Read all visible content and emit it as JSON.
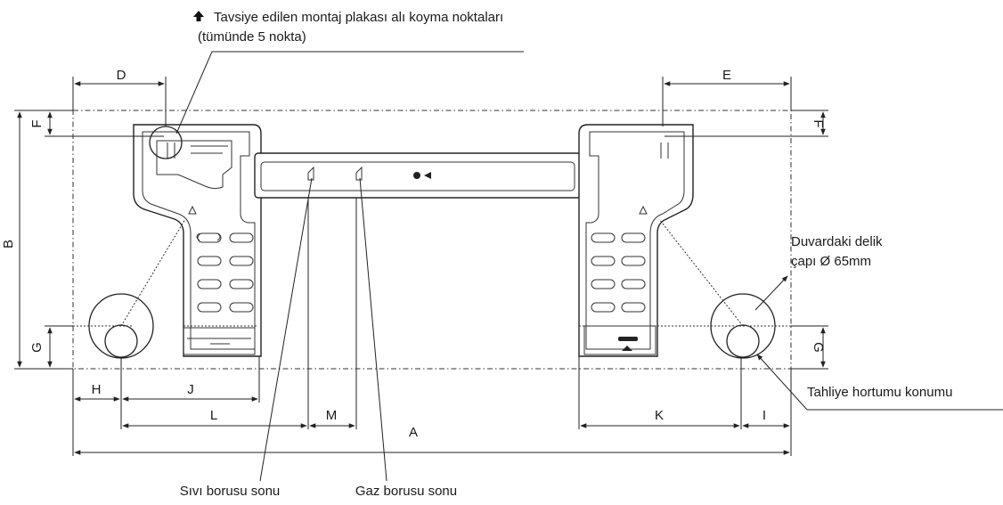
{
  "annotations": {
    "mount_points_line1": "Tavsiye edilen montaj plakası alı koyma noktaları",
    "mount_points_line2": "(tümünde 5 nokta)",
    "wall_hole_line1": "Duvardaki delik",
    "wall_hole_line2": "çapı Ø 65mm",
    "drain_hose": "Tahliye hortumu konumu",
    "liquid_pipe": "Sıvı borusu sonu",
    "gas_pipe": "Gaz borusu sonu"
  },
  "dimensions": {
    "A": "A",
    "B": "B",
    "D": "D",
    "E": "E",
    "F": "F",
    "G": "G",
    "H": "H",
    "I": "I",
    "J": "J",
    "K": "K",
    "L": "L",
    "M": "M"
  },
  "icons": {
    "mount_arrow": "arrow-up-icon"
  }
}
